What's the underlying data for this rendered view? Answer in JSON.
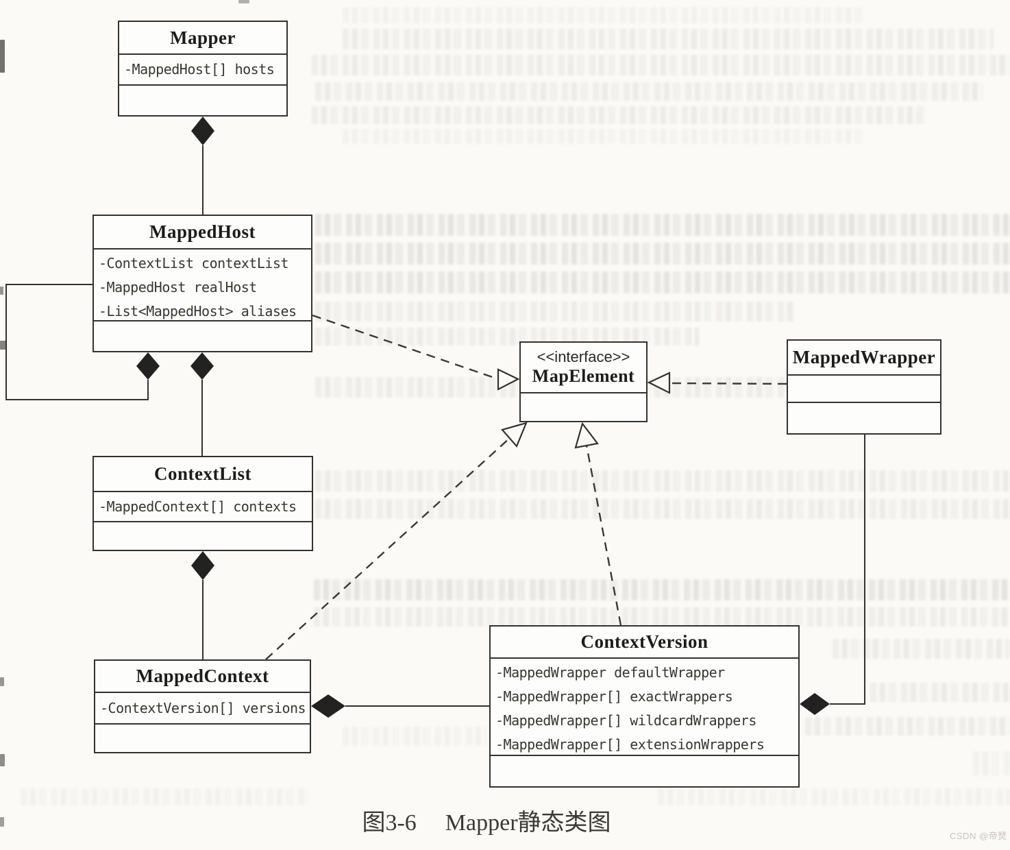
{
  "figure": {
    "caption_label": "图3-6",
    "caption_title": "Mapper静态类图",
    "watermark": "CSDN @帝燹"
  },
  "diagram": {
    "type": "uml-class-diagram",
    "classes": [
      {
        "name": "Mapper",
        "attributes": [
          "-MappedHost[] hosts"
        ]
      },
      {
        "name": "MappedHost",
        "attributes": [
          "-ContextList contextList",
          "-MappedHost realHost",
          "-List<MappedHost> aliases"
        ]
      },
      {
        "name": "ContextList",
        "attributes": [
          "-MappedContext[] contexts"
        ]
      },
      {
        "name": "MappedContext",
        "attributes": [
          "-ContextVersion[] versions"
        ]
      },
      {
        "name": "MapElement",
        "stereotype": "<<interface>>",
        "attributes": []
      },
      {
        "name": "MappedWrapper",
        "attributes": []
      },
      {
        "name": "ContextVersion",
        "attributes": [
          "-MappedWrapper defaultWrapper",
          "-MappedWrapper[] exactWrappers",
          "-MappedWrapper[] wildcardWrappers",
          "-MappedWrapper[] extensionWrappers"
        ]
      }
    ],
    "relationships": [
      {
        "from": "Mapper",
        "to": "MappedHost",
        "type": "composition"
      },
      {
        "from": "MappedHost",
        "to": "MappedHost",
        "type": "composition-self"
      },
      {
        "from": "MappedHost",
        "to": "ContextList",
        "type": "composition"
      },
      {
        "from": "ContextList",
        "to": "MappedContext",
        "type": "composition"
      },
      {
        "from": "MappedContext",
        "to": "ContextVersion",
        "type": "composition"
      },
      {
        "from": "ContextVersion",
        "to": "MappedWrapper",
        "type": "composition"
      },
      {
        "from": "MappedHost",
        "to": "MapElement",
        "type": "realization"
      },
      {
        "from": "MappedContext",
        "to": "MapElement",
        "type": "realization"
      },
      {
        "from": "ContextVersion",
        "to": "MapElement",
        "type": "realization"
      },
      {
        "from": "MappedWrapper",
        "to": "MapElement",
        "type": "realization"
      }
    ],
    "colors": {
      "line": "#33322e",
      "box_fill": "#fdfdfb",
      "page_bg": "#fbfaf7",
      "watermark": "#c9c3c0"
    }
  }
}
